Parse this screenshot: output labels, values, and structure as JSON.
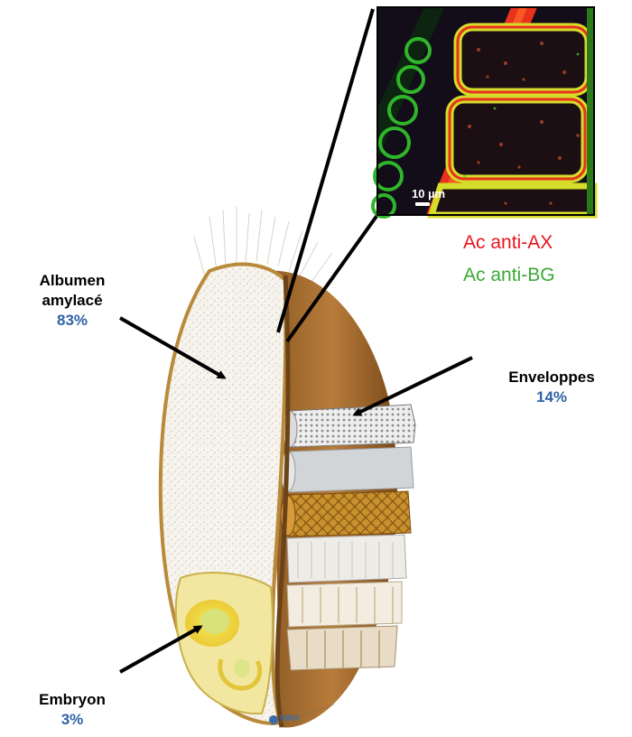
{
  "labels": {
    "albumen": {
      "name_line1": "Albumen",
      "name_line2": "amylacé",
      "percent": "83%"
    },
    "enveloppes": {
      "name": "Enveloppes",
      "percent": "14%"
    },
    "embryon": {
      "name": "Embryon",
      "percent": "3%"
    }
  },
  "micrograph": {
    "scale_bar": "10 µm"
  },
  "legend": {
    "ax": "Ac anti-AX",
    "bg": "Ac anti-BG"
  },
  "credit": "INRA",
  "colors": {
    "percent_text": "#2f62a7",
    "legend_ax": "#e8141b",
    "legend_bg": "#3aa935",
    "arrow": "#000000",
    "micrograph_red": "#e8321c",
    "micrograph_green": "#38c61e",
    "micrograph_yellow": "#d6dc2a"
  },
  "icons": [
    "arrow-albumen",
    "arrow-enveloppes",
    "arrow-embryon",
    "zoom-lines",
    "grain-illustration",
    "confocal-micrograph"
  ]
}
